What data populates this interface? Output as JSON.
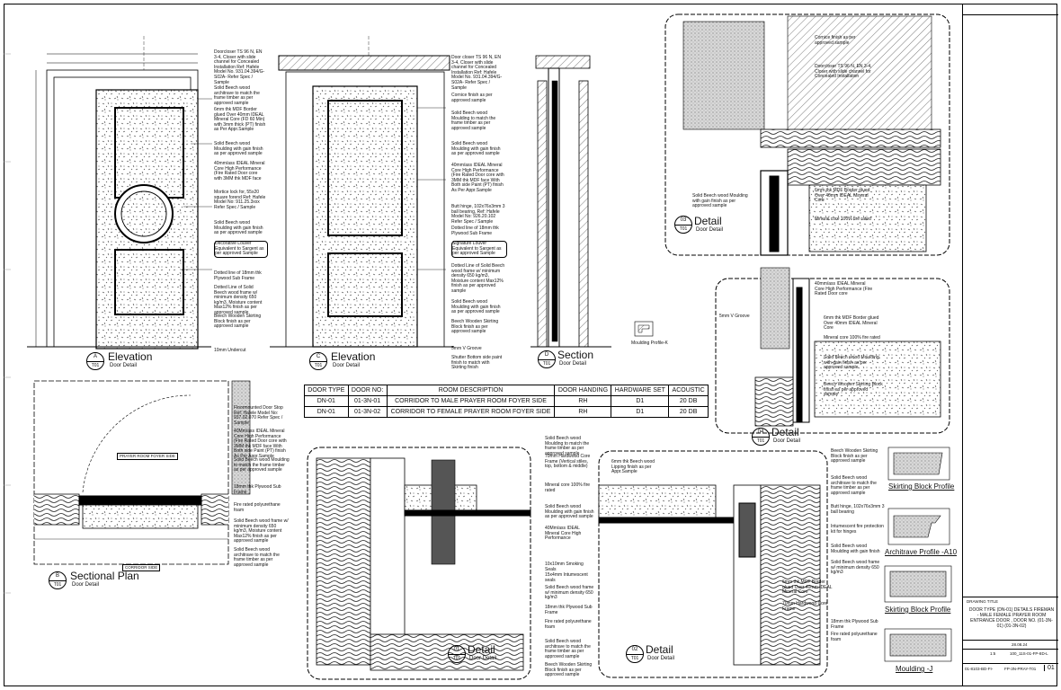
{
  "elevation_a": {
    "label": "Elevation",
    "sub": "Door Detail",
    "tag": "A",
    "sheet": "T01",
    "notes": [
      "Doorcloser TS 96 N, EN 3-4, Closer with slide channel for Concealed Installation Ref: Hafele Model No. 931.04.394/G-S02A- Refer Spec / Sample",
      "Solid Beech wood architrave to match the frame timber as per approved sample",
      "6mm thk MDF Border glued Over 40mm IDEAL Mineral Core (FD 60 Min) with 3mm thick (PT) finish as Per Appr.Sample",
      "Solid Beech wood Moulding with gain finish as per approved sample",
      "40mm/ass IDEAL Mineral Core High Performance (Fire Rated Door core with 3MM thk MDF face",
      "Mortice lock for, 55x20 square forend Ref: Hafele Model No: 911.25.3xxx Refer Spec / Sample",
      "Solid Beech wood Moulding with gain finish as per approved sample",
      "Decorative Louver Equivalent to Sargent as per approved Sample",
      "Dotted line of 18mm thk Plywood Sub Frame",
      "Dotted Line of Solid Beech wood frame w/ minimum density 650 kg/m3, Moisture content Max12% finish as per approved sample",
      "Beech Wooden Skirting Block finish as per approved sample",
      "10mm Undercut"
    ]
  },
  "elevation_c": {
    "label": "Elevation",
    "sub": "Door Detail",
    "tag": "C",
    "sheet": "T01",
    "notes": [
      "Door closer TS 96 N, EN 3-4, Closer with slide channel for Concealed Installation Ref: Hafele Model No. 931.04.394/G-S02A- Refer Spec / Sample",
      "Cornice finish as per approved sample",
      "Solid Beech wood Moulding to match the frame timber as per approved sample",
      "Solid Beech wood Moulding with gain finish as per approved sample",
      "40mm/ass IDEAL Mineral Core High Performance (Fire Rated Door core with 3MM thk MDF face With Both side Paint (PT) finish As Per Appr.Sample",
      "Butt hinge, 102x76x3mm 3 ball bearing, Ref: Hafele Model No: 926.20.102 Refer Spec / Sample",
      "Dotted line of 18mm thk Plywood Sub Frame",
      "Signature Louver Equivalent to Sargent as per approved Sample",
      "Dotted Line of Solid Beech wood frame w/ minimum density 650 kg/m3, Moisture content Max12% finish as per approved sample",
      "Solid Beech wood Moulding with gain finish as per approved sample",
      "Beech Wooden Skirting Block finish as per approved sample",
      "5mm V Groove",
      "Shutter Bottom side paint finish to match with Skirting finish"
    ]
  },
  "section_d": {
    "label": "Section",
    "sub": "Door Detail",
    "tag": "D",
    "sheet": "T01",
    "moulding_note": "Moulding Profile-K"
  },
  "detail_03": {
    "label": "Detail",
    "sub": "Door Detail",
    "tag": "03",
    "sheet": "T01",
    "notes": [
      "Cornice finish as per approved sample",
      "Doorcloser TS 96 N, EN 3-4, Closer with slide channel for Concealed Installation",
      "6mm thk MDF Border glued Over 40mm IDEAL Mineral Core",
      "Mineral core 100% fire rated",
      "Solid Beech wood Moulding with gain finish as per approved sample"
    ]
  },
  "detail_04": {
    "label": "Detail",
    "sub": "Door Detail",
    "tag": "04",
    "sheet": "T01",
    "notes": [
      "40mm/ass IDEAL Mineral Core High Performance (Fire Rated Door core",
      "6mm thk MDF Border glued Over 40mm IDEAL Mineral Core",
      "Mineral core 100% fire rated",
      "Solid Beech wood Moulding with gain finish as per approved sample",
      "5mm V Groove",
      "Beech Wooden Skirting Block finish as per approved sample"
    ]
  },
  "sectional_plan": {
    "label": "Sectional Plan",
    "sub": "Door Detail",
    "tag": "B",
    "sheet": "T01",
    "room_top": "PRAYER ROOM FOYER SIDE",
    "room_bottom": "CORRIDOR SIDE",
    "notes": [
      "Floormounted Door Stop Ref: Hafele Model No: 937.02.070 Refer Spec / Sample",
      "40Mm/ass IDEAL Mineral Core High Performance (Fire Rated Door core with 3MM thk MDF face With Both side Paint (PT) finish As Per Appr.Sample",
      "Solid Beech wood Moulding to match the frame timber as per approved sample",
      "18mm thk Plywood Sub Frame",
      "Fire rated polyurethane foam",
      "Solid Beech wood frame w/ minimum density 650 kg/m3, Moisture content Max12% finish as per approved sample",
      "Solid Beech wood architrave to match the frame timber as per approved sample"
    ]
  },
  "schedule": {
    "headers": [
      "DOOR TYPE",
      "DOOR NO:",
      "ROOM DESCRIPTION",
      "DOOR HANDING",
      "HARDWARE SET",
      "ACOUSTIC"
    ],
    "rows": [
      [
        "DN-01",
        "01-3N-01",
        "CORRIDOR TO MALE PRAYER ROOM FOYER SIDE",
        "RH",
        "D1",
        "20 DB"
      ],
      [
        "DN-01",
        "01-3N-02",
        "CORRIDOR TO FEMALE PRAYER ROOM FOYER SIDE",
        "RH",
        "D1",
        "20 DB"
      ]
    ]
  },
  "detail_01": {
    "label": "Detail",
    "sub": "Door Detail",
    "tag": "01",
    "sheet": "T01",
    "notes": [
      "Solid Beech wood Moulding to match the frame timber as per approved sample",
      "70mm Hardwood Core Frame (Vertical stiles, top, bottom & middle)",
      "Mineral core 100% fire rated",
      "Solid Beech wood Moulding with gain finish as per approved sample",
      "40Mm/ass IDEAL Mineral Core High Performance",
      "10x10mm Smoking Seals",
      "15x4mm Intumescent seals",
      "Solid Beech wood frame w/ minimum density 650 kg/m3",
      "18mm thk Plywood Sub Frame",
      "Fire rated polyurethane foam",
      "Solid Beech wood architrave to match the frame timber as per approved sample",
      "Beech Wooden Skirting Block finish as per approved sample"
    ]
  },
  "detail_02": {
    "label": "Detail",
    "sub": "Door Detail",
    "tag": "02",
    "sheet": "T01",
    "notes": [
      "Beech Wooden Skirting Block finish as per approved sample",
      "Solid Beech wood architrave to match the frame timber as per approved sample",
      "6mm thk Beech wood Lipping finish as per Appr.Sample",
      "Butt hinge, 102x76x3mm 3 ball bearing",
      "Intumescent fire protection kit for hinges",
      "Solid Beech wood Moulding with gain finish",
      "Solid Beech wood frame w/ minimum density 650 kg/m3",
      "6mm thk MDF Border glued Over 40mm IDEAL Mineral Core",
      "70mm Hardwood Core Frame",
      "18mm thk Plywood Sub Frame",
      "Fire rated polyurethane foam"
    ]
  },
  "profiles": [
    {
      "label": "Skirting Block Profile"
    },
    {
      "label": "Architrave Profile -A10"
    },
    {
      "label": "Skirting Block Profile"
    },
    {
      "label": "Moulding -J"
    }
  ],
  "title_block": {
    "drawing_title_caption": "DRAWING TITLE",
    "drawing_title": "DOOR TYPE (DN-01) DETAILS FIREMAN - MALE FEMALE PRAYER ROOM ENTRANCE DOOR , DOOR NO. (01-3N-01) (01-3N-02)",
    "date": "28.08.24",
    "scale": "1:5",
    "sheet_no": "01",
    "drawing_no": "FP-3N-PRAY-T01",
    "ref_no": "100_11S-01-FP-8D-L",
    "project_code": "01-8103-BD-FI-"
  }
}
